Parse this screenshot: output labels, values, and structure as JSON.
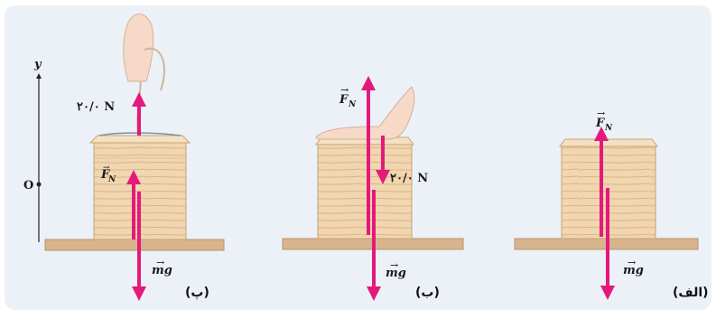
{
  "colors": {
    "background": "#ecf1f8",
    "force_arrow": "#e5197b",
    "wood": "#f1d6b0",
    "wood_grain": "#d9b58a",
    "ground": "#d8b48c"
  },
  "axis": {
    "y_label": "y",
    "origin_label": "O"
  },
  "panels": [
    {
      "caption": "(پ)",
      "force_label": "۲۰/۰ N",
      "normal_label": "F",
      "normal_sub": "N",
      "weight_label": "mg"
    },
    {
      "caption": "(ب)",
      "force_label": "۲۰/۰ N",
      "normal_label": "F",
      "normal_sub": "N",
      "weight_label": "mg"
    },
    {
      "caption": "(الف)",
      "normal_label": "F",
      "normal_sub": "N",
      "weight_label": "mg"
    }
  ]
}
